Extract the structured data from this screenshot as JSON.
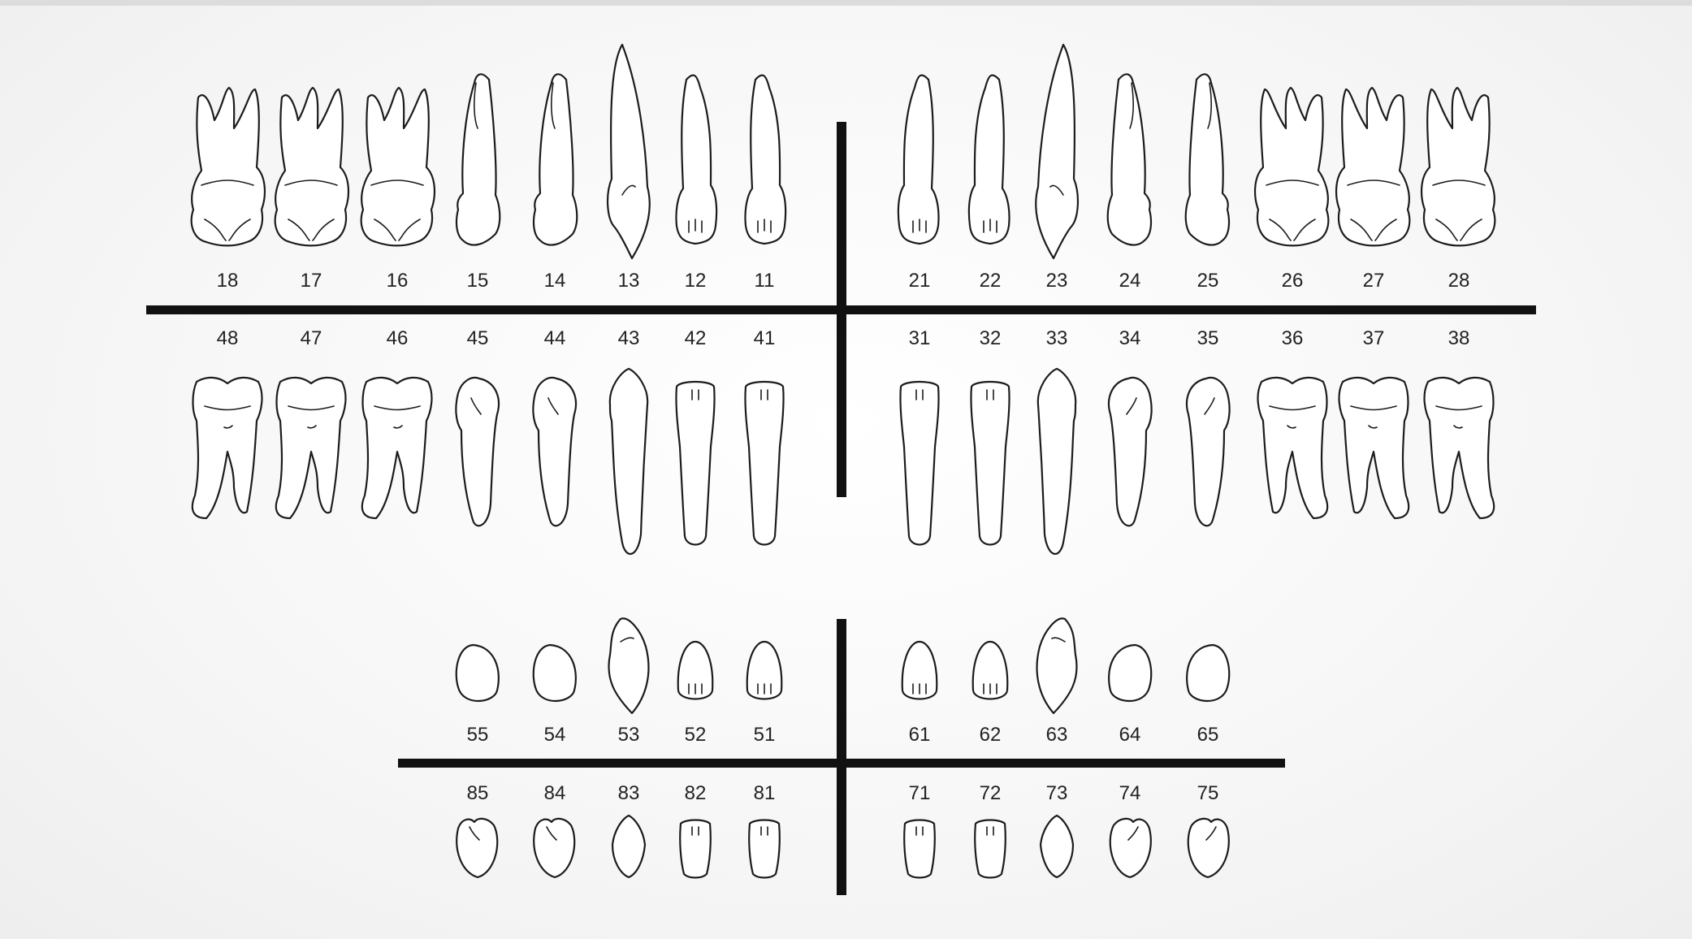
{
  "permanent": {
    "upper_right": [
      "18",
      "17",
      "16",
      "15",
      "14",
      "13",
      "12",
      "11"
    ],
    "upper_left": [
      "21",
      "22",
      "23",
      "24",
      "25",
      "26",
      "27",
      "28"
    ],
    "lower_right": [
      "48",
      "47",
      "46",
      "45",
      "44",
      "43",
      "42",
      "41"
    ],
    "lower_left": [
      "31",
      "32",
      "33",
      "34",
      "35",
      "36",
      "37",
      "38"
    ]
  },
  "primary": {
    "upper_right": [
      "55",
      "54",
      "53",
      "52",
      "51"
    ],
    "upper_left": [
      "61",
      "62",
      "63",
      "64",
      "65"
    ],
    "lower_right": [
      "85",
      "84",
      "83",
      "82",
      "81"
    ],
    "lower_left": [
      "71",
      "72",
      "73",
      "74",
      "75"
    ]
  },
  "colors": {
    "line": "#111111",
    "stroke": "#1c1c1c",
    "tooth_fill": "#ffffff"
  }
}
